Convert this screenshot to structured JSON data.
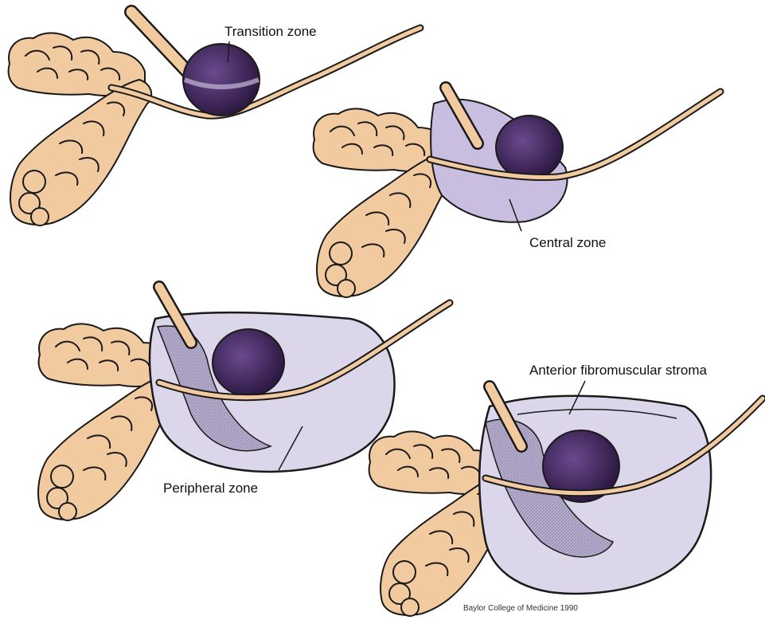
{
  "labels": {
    "transition_zone": "Transition zone",
    "central_zone": "Central zone",
    "peripheral_zone": "Peripheral zone",
    "anterior_stroma": "Anterior fibromuscular stroma",
    "credit": "Baylor College of Medicine 1990"
  },
  "colors": {
    "tissue": "#f2caa0",
    "transition_zone": "#4a2f6b",
    "central_zone": "#c9bde0",
    "peripheral_zone": "#dcd6ea",
    "outline": "#1a1a1a"
  }
}
